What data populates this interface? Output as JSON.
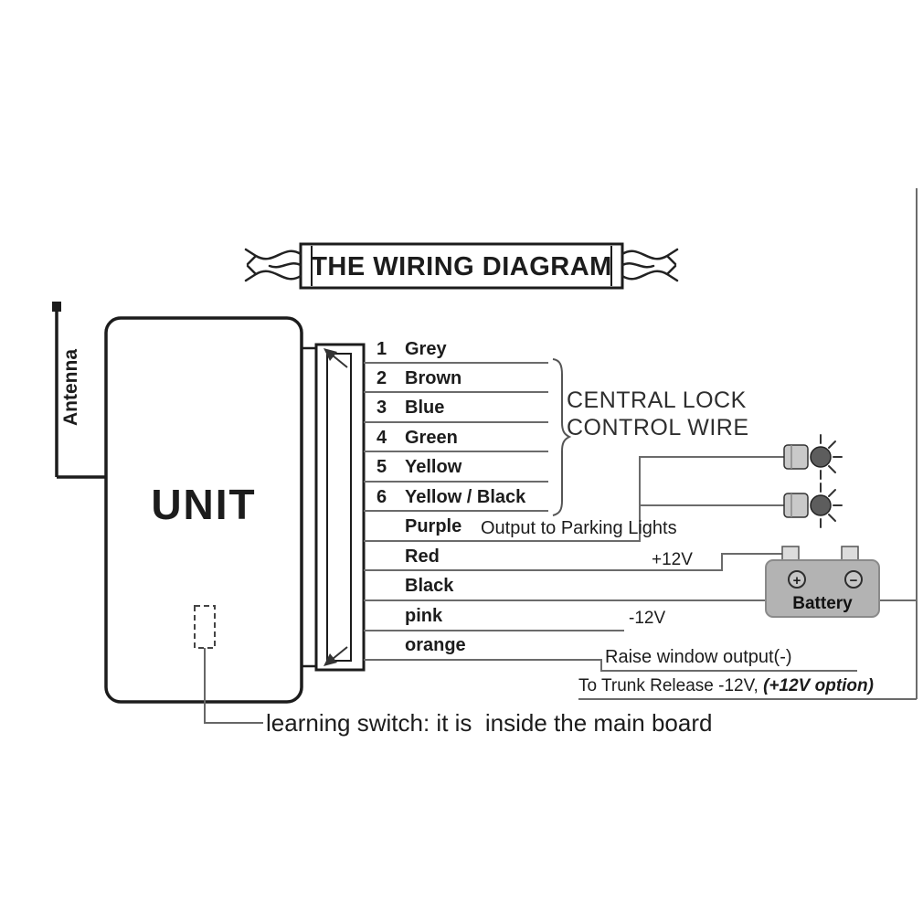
{
  "title": "THE WIRING DIAGRAM",
  "antenna_label": "Antenna",
  "unit_label": "UNIT",
  "central_lock": {
    "group_label_line1": "CENTRAL LOCK",
    "group_label_line2": "CONTROL WIRE",
    "wires": [
      {
        "num": "1",
        "color": "Grey"
      },
      {
        "num": "2",
        "color": "Brown"
      },
      {
        "num": "3",
        "color": "Blue"
      },
      {
        "num": "4",
        "color": "Green"
      },
      {
        "num": "5",
        "color": "Yellow"
      },
      {
        "num": "6",
        "color": "Yellow / Black"
      }
    ]
  },
  "outputs": {
    "purple": {
      "label": "Purple",
      "note": "Output to Parking Lights"
    },
    "red": {
      "label": "Red",
      "note": "+12V"
    },
    "black": {
      "label": "Black"
    },
    "pink": {
      "label": "pink",
      "note": "-12V"
    },
    "orange": {
      "label": "orange",
      "note": "Raise window output(-)"
    }
  },
  "trunk_release": {
    "text_regular": "To Trunk Release -12V, ",
    "text_bold_italic": "(+12V option)"
  },
  "battery": {
    "label": "Battery",
    "plus_symbol": "+",
    "minus_symbol": "−"
  },
  "learning_switch_note": "learning switch: it is  inside the main board",
  "colors": {
    "ink": "#1c1c1c",
    "wire_line": "#6b6b6b",
    "battery_fill": "#b3b3b3"
  }
}
